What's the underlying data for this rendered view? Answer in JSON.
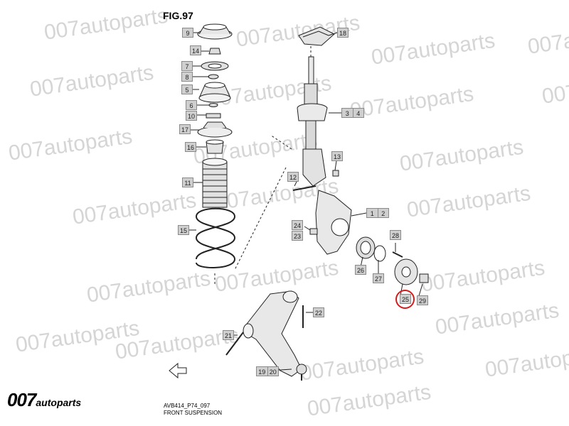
{
  "figure": {
    "title": "FIG.97"
  },
  "watermark": {
    "text": "007autoparts",
    "color": "#c8c8c8"
  },
  "brand": {
    "main": "007",
    "sub": "autoparts"
  },
  "footer": {
    "code": "AVB414_P74_097",
    "caption": "FRONT SUSPENSION"
  },
  "highlight": {
    "part": "25",
    "color": "#d21b1b"
  },
  "callouts": [
    {
      "id": "9"
    },
    {
      "id": "14"
    },
    {
      "id": "7"
    },
    {
      "id": "8"
    },
    {
      "id": "5"
    },
    {
      "id": "6"
    },
    {
      "id": "10"
    },
    {
      "id": "17"
    },
    {
      "id": "16"
    },
    {
      "id": "11"
    },
    {
      "id": "15"
    },
    {
      "id": "18"
    },
    {
      "id": "3",
      "id2": "4"
    },
    {
      "id": "13"
    },
    {
      "id": "12"
    },
    {
      "id": "1",
      "id2": "2"
    },
    {
      "id": "24"
    },
    {
      "id": "23"
    },
    {
      "id": "28"
    },
    {
      "id": "26"
    },
    {
      "id": "27"
    },
    {
      "id": "25"
    },
    {
      "id": "29"
    },
    {
      "id": "22"
    },
    {
      "id": "21"
    },
    {
      "id": "19",
      "id2": "20"
    }
  ]
}
